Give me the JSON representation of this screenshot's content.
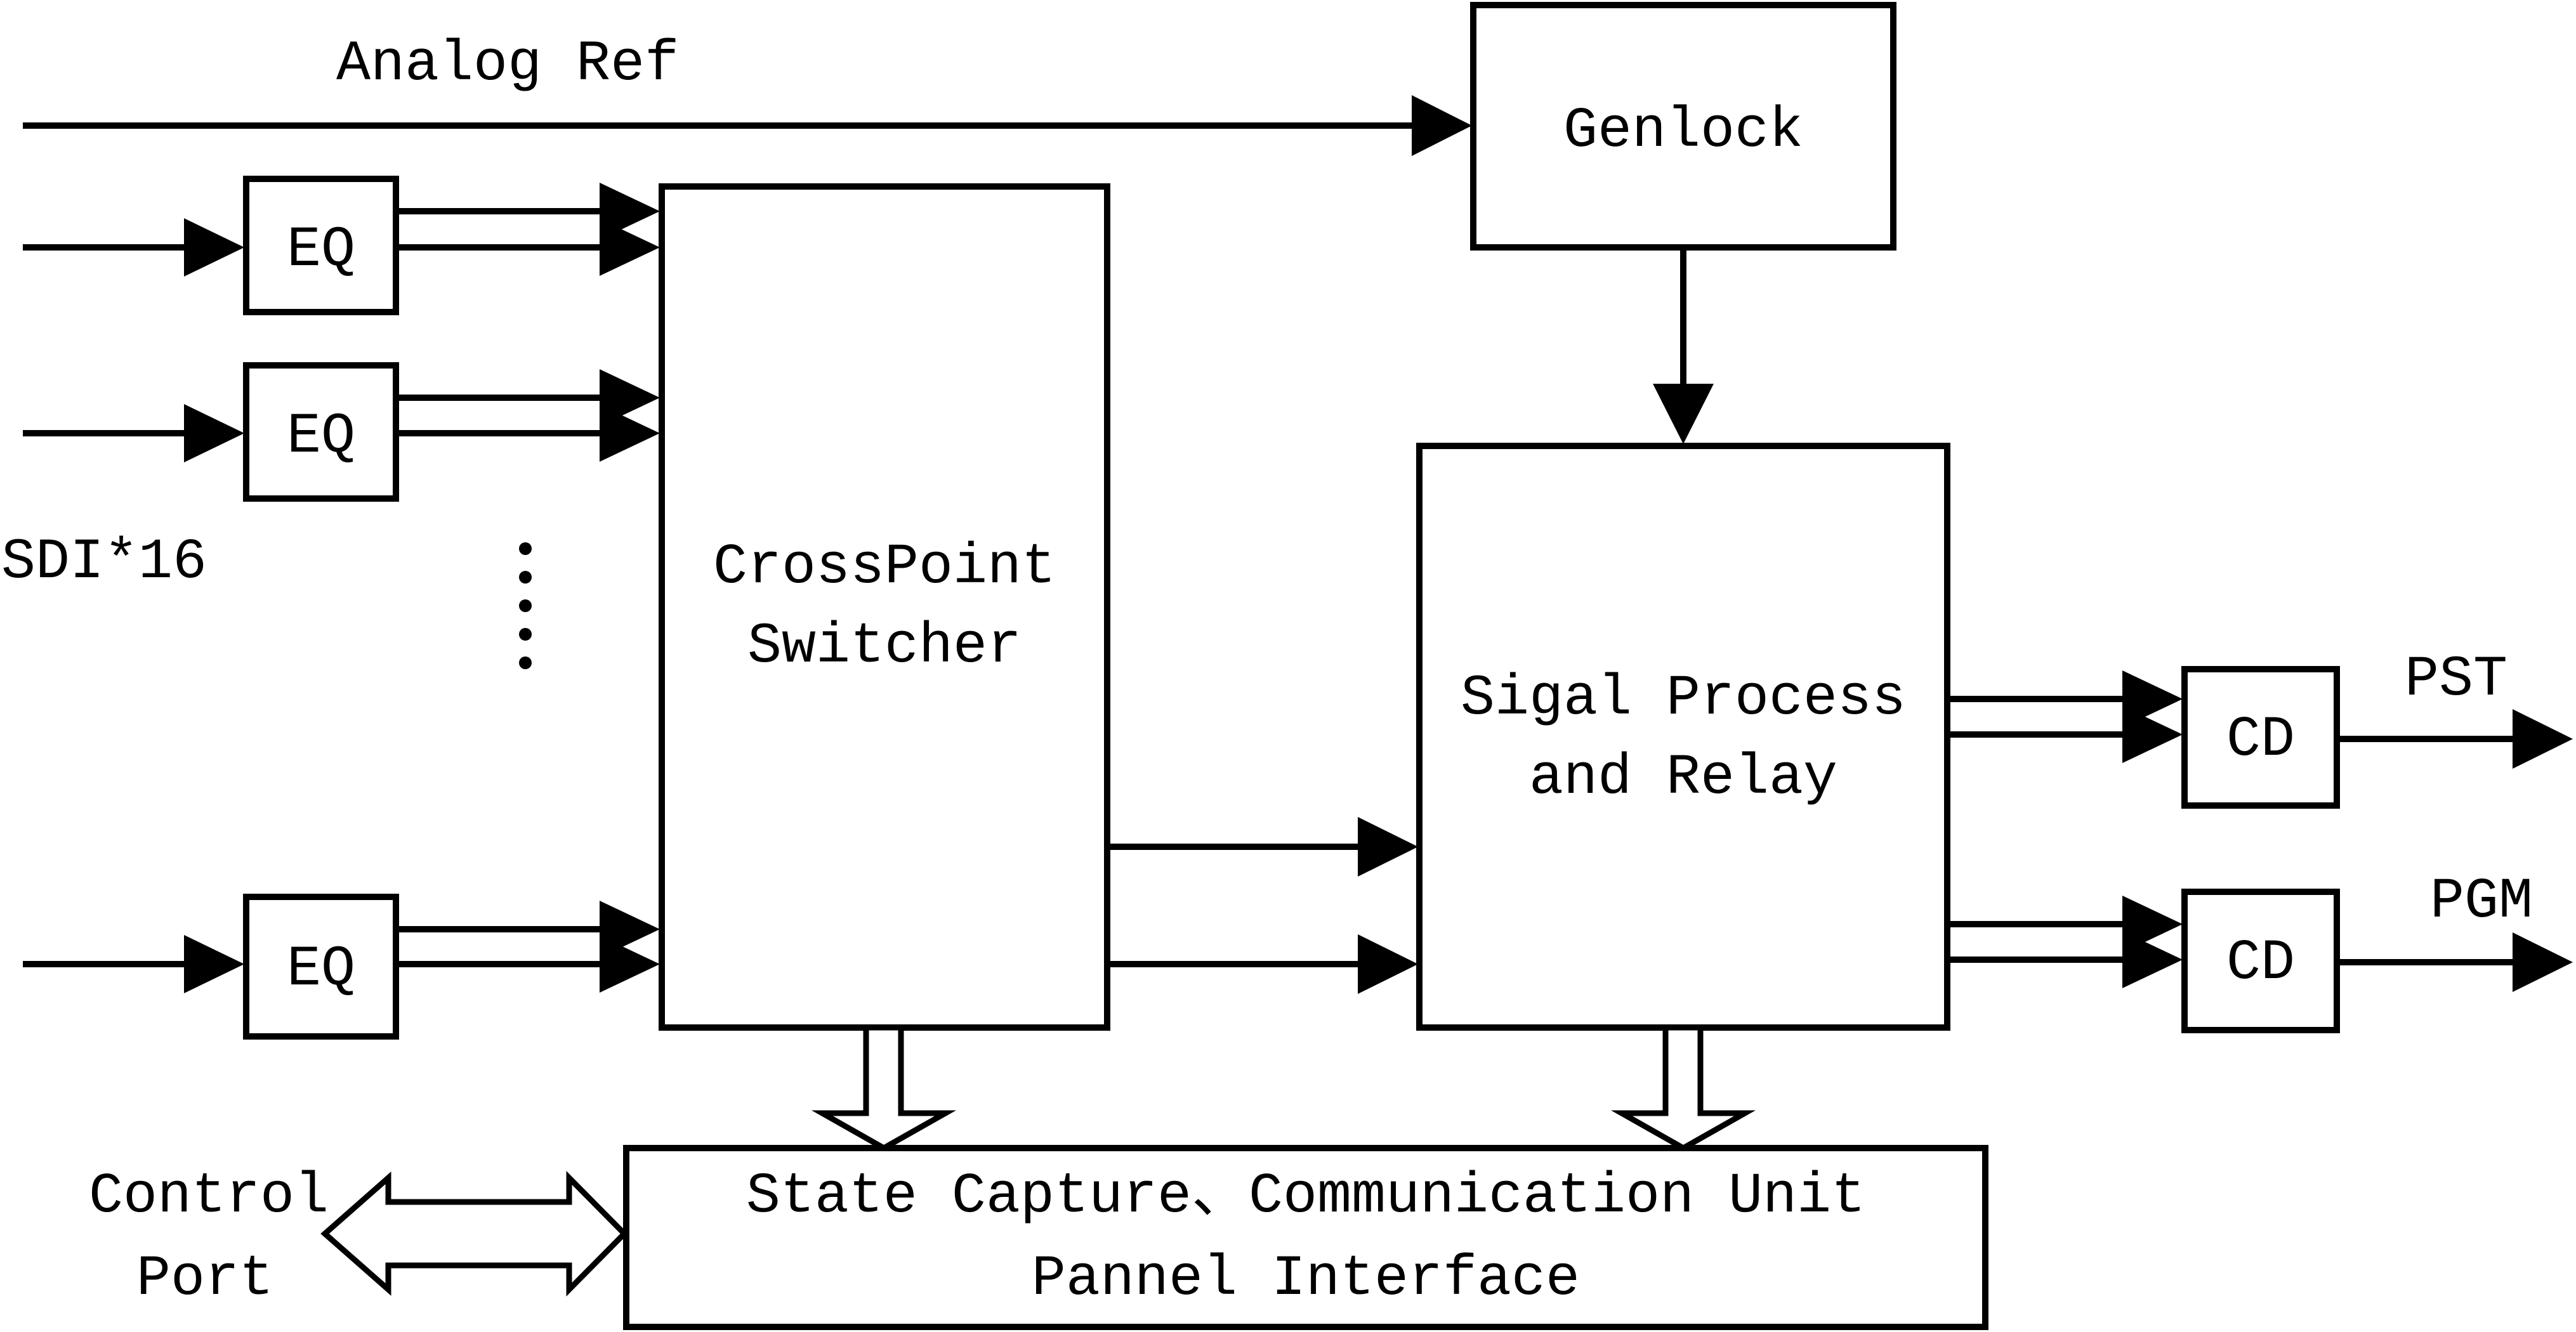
{
  "labels": {
    "analog_ref": "Analog Ref",
    "sdi": "SDI*16",
    "control_port_line1": "Control",
    "control_port_line2": "Port",
    "pst": "PST",
    "pgm": "PGM"
  },
  "blocks": {
    "genlock": "Genlock",
    "eq": "EQ",
    "crosspoint_line1": "CrossPoint",
    "crosspoint_line2": "Switcher",
    "signal_process_line1": "Sigal Process",
    "signal_process_line2": "and Relay",
    "cd": "CD",
    "state_capture_line1": "State Capture、Communication Unit",
    "state_capture_line2": "Pannel Interface"
  }
}
